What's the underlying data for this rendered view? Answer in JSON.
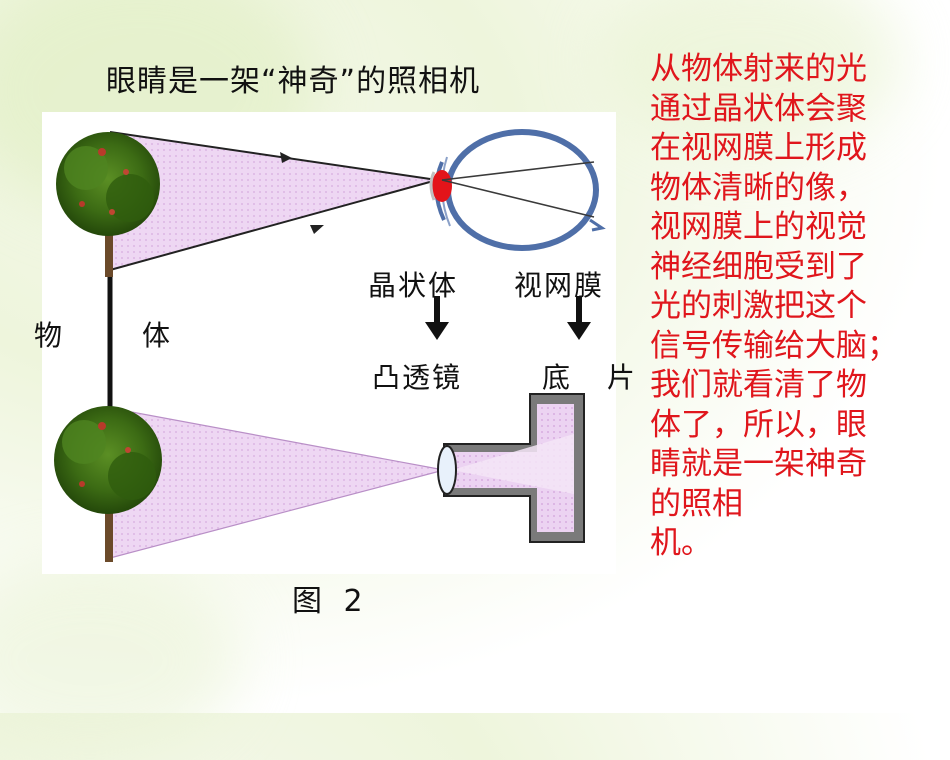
{
  "title": "眼睛是一架“神奇”的照相机",
  "labels": {
    "lens_eye": "晶状体",
    "retina": "视网膜",
    "convex_lens": "凸透镜",
    "film": "底 片",
    "object_left": "物",
    "object_right": "体"
  },
  "caption": "图 2",
  "explanation_lines": [
    "从物体射来的光",
    "通过晶状体会聚",
    "在视网膜上形成",
    "物体清晰的像，",
    "视网膜上的视觉",
    "神经细胞受到了",
    "光的刺激把这个",
    "信号传输给大脑；",
    "我们就看清了物",
    "体了，所以，眼",
    "睛就是一架神奇",
    "的照相",
    "机。"
  ],
  "colors": {
    "text_red": "#e0161c",
    "light_cone": "#e9c9ef",
    "eye_blue": "#4f6fa8",
    "lens_red": "#e3141a",
    "camera_gray": "#7a7a7a"
  }
}
